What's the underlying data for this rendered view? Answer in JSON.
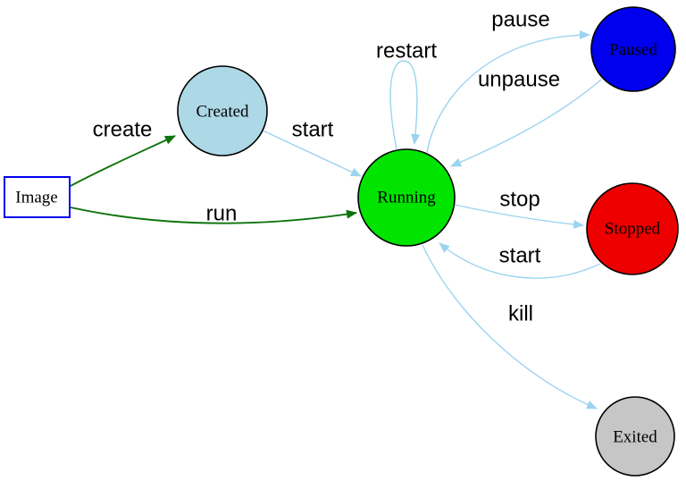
{
  "diagram": {
    "type": "state-diagram",
    "background": "#ffffff",
    "colors": {
      "edge_green": "#0d730d",
      "edge_blue": "#9cd4f0",
      "node_border": "#000000",
      "image_box_border": "#0000ee",
      "label_color": "#000000"
    },
    "nodes": [
      {
        "id": "image",
        "label": "Image",
        "shape": "rect",
        "fill": "#ffffff"
      },
      {
        "id": "created",
        "label": "Created",
        "shape": "circle",
        "fill": "#add8e6"
      },
      {
        "id": "running",
        "label": "Running",
        "shape": "circle",
        "fill": "#00e400"
      },
      {
        "id": "paused",
        "label": "Paused",
        "shape": "circle",
        "fill": "#0000ee"
      },
      {
        "id": "stopped",
        "label": "Stopped",
        "shape": "circle",
        "fill": "#ee0000"
      },
      {
        "id": "exited",
        "label": "Exited",
        "shape": "circle",
        "fill": "#c6c6c6"
      }
    ],
    "edges": [
      {
        "label": "create",
        "from": "image",
        "to": "created",
        "color": "#0d730d"
      },
      {
        "label": "run",
        "from": "image",
        "to": "running",
        "color": "#0d730d"
      },
      {
        "label": "start",
        "from": "created",
        "to": "running",
        "color": "#9cd4f0"
      },
      {
        "label": "restart",
        "from": "running",
        "to": "running",
        "color": "#9cd4f0"
      },
      {
        "label": "pause",
        "from": "running",
        "to": "paused",
        "color": "#9cd4f0"
      },
      {
        "label": "unpause",
        "from": "paused",
        "to": "running",
        "color": "#9cd4f0"
      },
      {
        "label": "stop",
        "from": "running",
        "to": "stopped",
        "color": "#9cd4f0"
      },
      {
        "label": "start",
        "from": "stopped",
        "to": "running",
        "color": "#9cd4f0"
      },
      {
        "label": "kill",
        "from": "running",
        "to": "exited",
        "color": "#9cd4f0"
      }
    ]
  }
}
